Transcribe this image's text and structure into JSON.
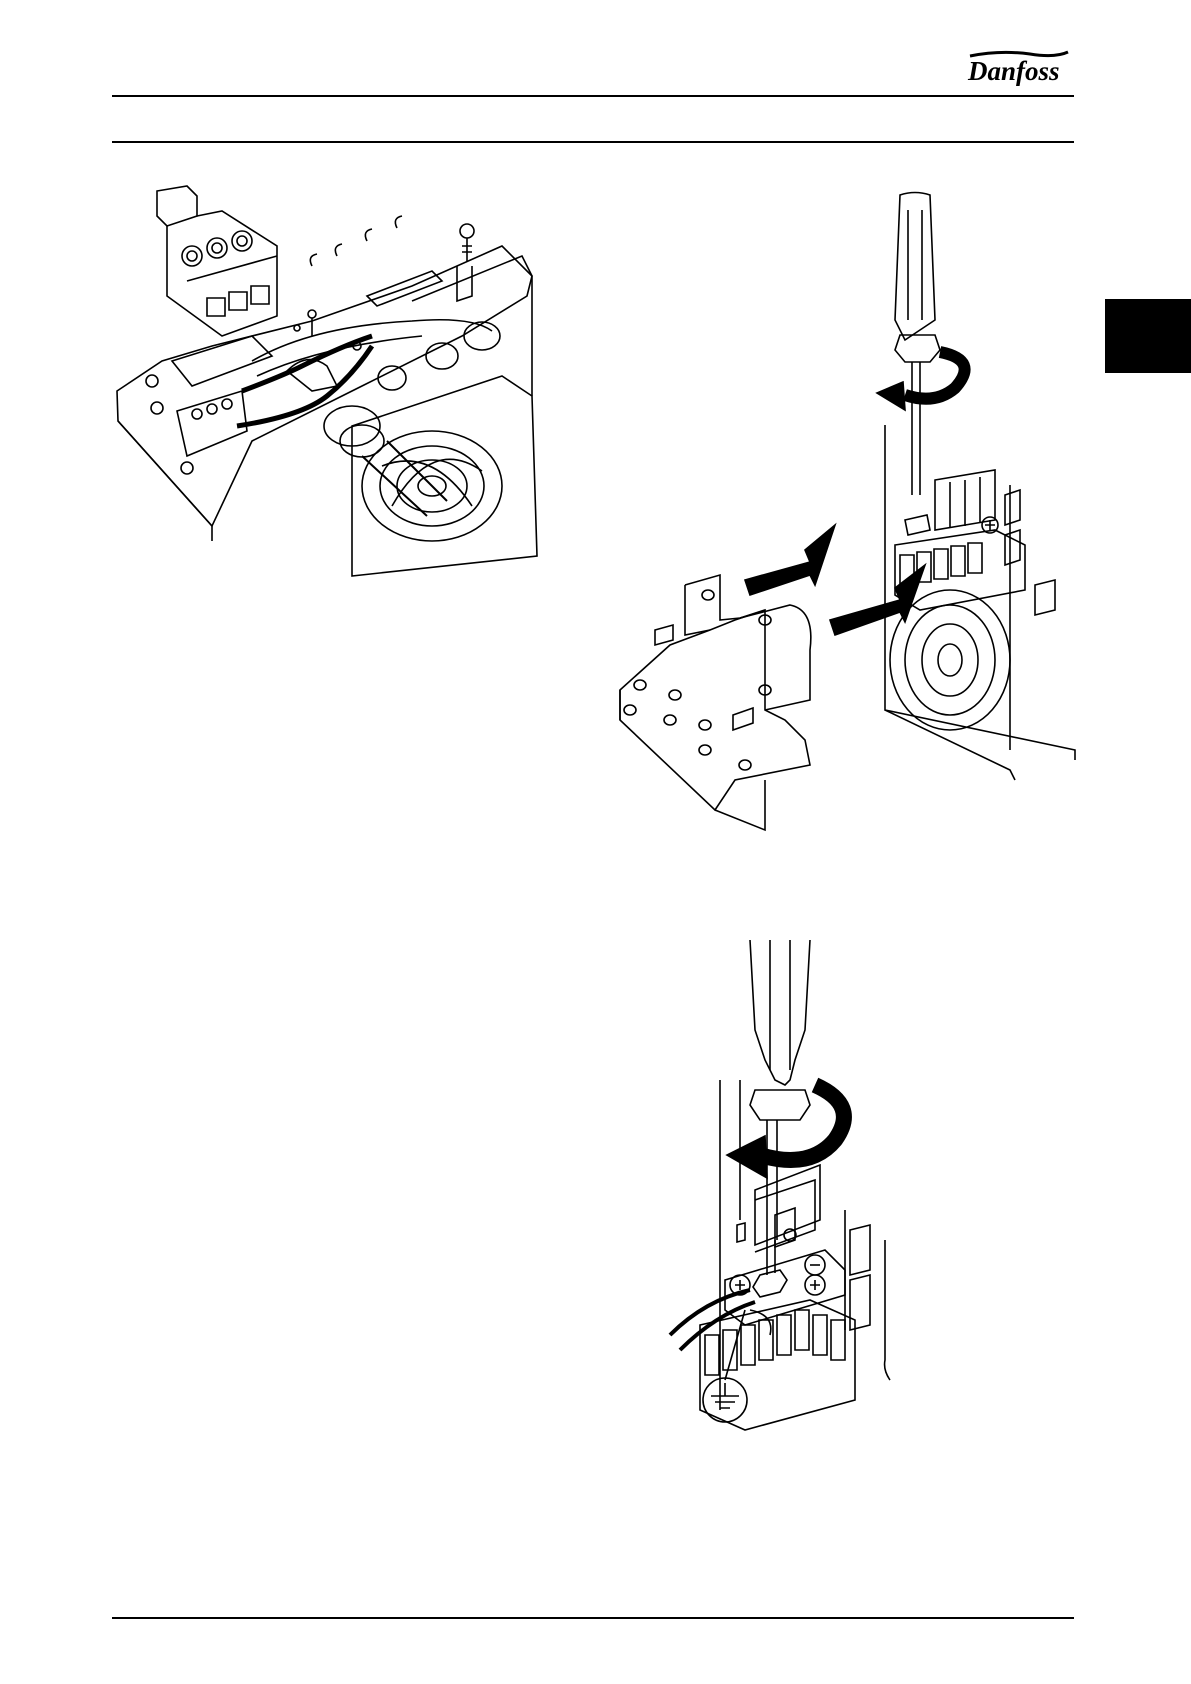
{
  "brand": {
    "logo_text": "Danfoss",
    "logo_color": "#000000"
  },
  "page": {
    "chapter_tab_color": "#000000",
    "rule_color": "#000000"
  },
  "figures": [
    {
      "id": "fig1",
      "icon": "mains-connector-wiring-illustration"
    },
    {
      "id": "fig2",
      "icon": "mounting-plate-installation-illustration"
    },
    {
      "id": "fig3",
      "icon": "ground-terminal-tightening-illustration"
    }
  ]
}
